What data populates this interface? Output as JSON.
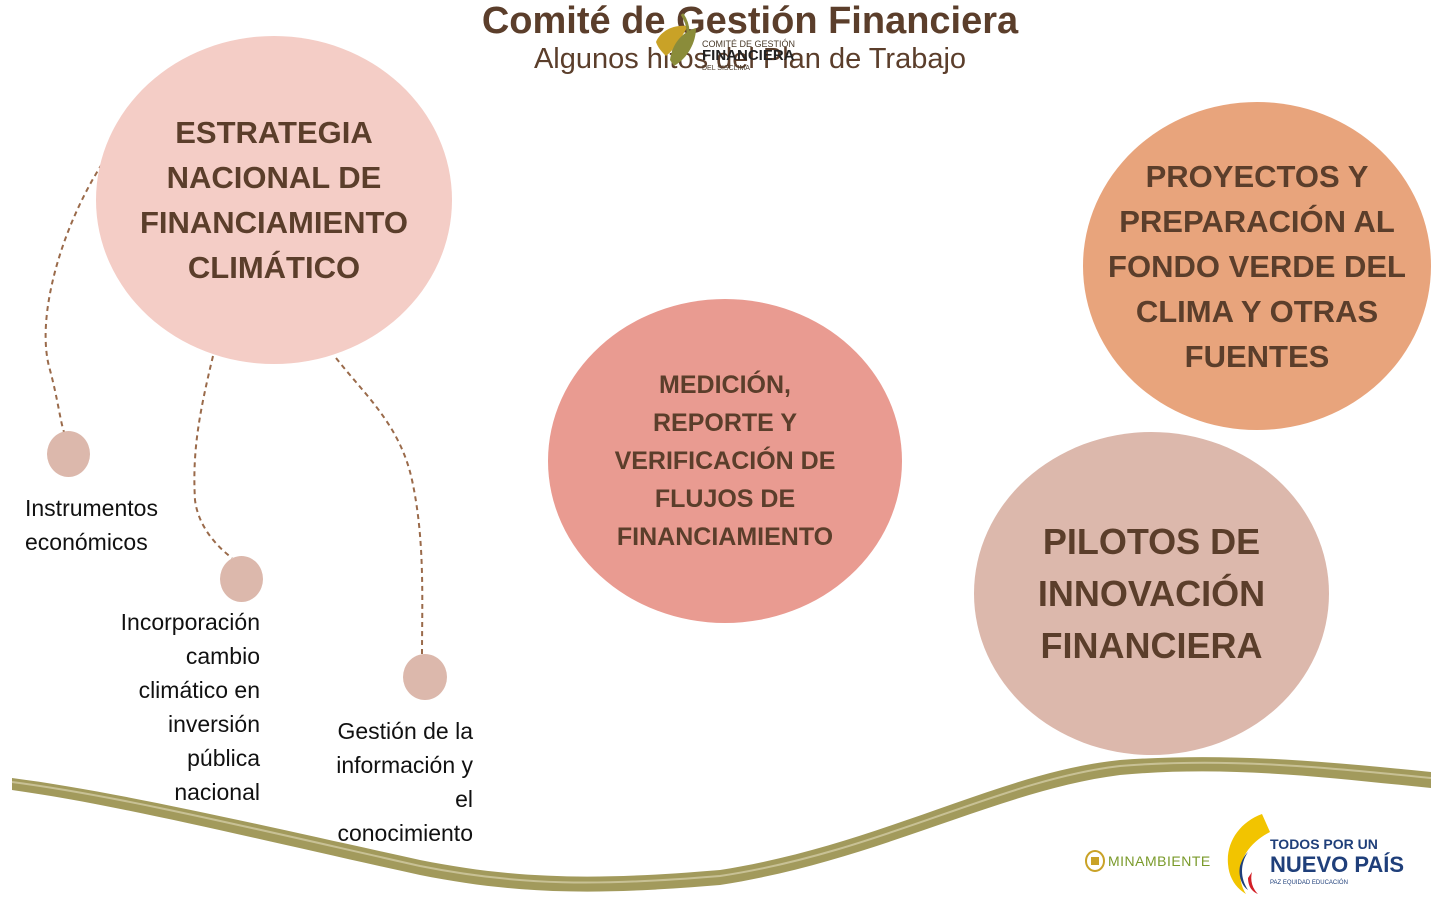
{
  "header": {
    "logo": {
      "line1": "COMITÉ DE GESTIÓN",
      "line2": "FINANCIERA",
      "line3": "DEL SISCLIMA",
      "colors": {
        "gold": "#c9a227",
        "olive": "#8a8c3a",
        "dark": "#4a3b2a"
      }
    },
    "title": "Comité de Gestión Financiera",
    "subtitle": "Algunos hitos del Plan de Trabajo"
  },
  "nodes": {
    "estrategia": {
      "label": "ESTRATEGIA NACIONAL DE FINANCIAMIENTO CLIMÁTICO",
      "color": "#f4cdc6"
    },
    "mrv": {
      "label": "MEDICIÓN, REPORTE Y VERIFICACIÓN DE FLUJOS DE FINANCIAMIENTO",
      "color": "#e99b91"
    },
    "proyectos": {
      "label": "PROYECTOS Y PREPARACIÓN AL FONDO VERDE DEL CLIMA Y OTRAS FUENTES",
      "color": "#e8a47c"
    },
    "pilotos": {
      "label": "PILOTOS DE INNOVACIÓN FINANCIERA",
      "color": "#dcb8ac"
    }
  },
  "subnodes": [
    {
      "lines": [
        "Instrumentos",
        "económicos"
      ]
    },
    {
      "lines": [
        "Incorporación",
        "cambio",
        "climático en",
        "inversión",
        "pública",
        "nacional"
      ]
    },
    {
      "lines": [
        "Gestión de la",
        "información y",
        "el",
        "conocimiento"
      ]
    }
  ],
  "footer": {
    "minambiente": "MINAMBIENTE",
    "slogan_line1": "TODOS POR UN",
    "slogan_line2": "NUEVO PAÍS",
    "slogan_line3": "PAZ  EQUIDAD  EDUCACIÓN",
    "colors": {
      "ribbon": "#9a9254",
      "ribbon_light": "#c3bd8a",
      "navy": "#1f3f7a",
      "yellow": "#f2c400",
      "red": "#d21f26"
    }
  }
}
